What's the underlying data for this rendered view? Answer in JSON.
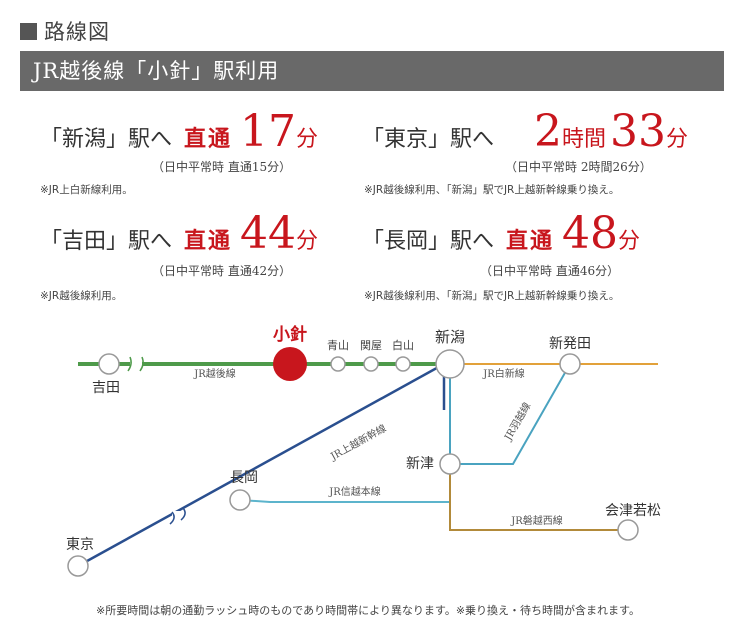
{
  "heading": {
    "title": "路線図"
  },
  "banner": {
    "title": "JR越後線「小針」駅利用"
  },
  "destinations": [
    {
      "dest": "「新潟」駅へ",
      "mode": "直通",
      "hours_value": "",
      "hours_unit": "",
      "value": "17",
      "unit": "分",
      "sub": "（日中平常時 直通15分）",
      "note": "※JR上白新線利用。"
    },
    {
      "dest": "「東京」駅へ",
      "mode": "",
      "hours_value": "2",
      "hours_unit": "時間",
      "value": "33",
      "unit": "分",
      "sub": "（日中平常時 2時間26分）",
      "note": "※JR越後線利用、「新潟」駅でJR上越新幹線乗り換え。"
    },
    {
      "dest": "「吉田」駅へ",
      "mode": "直通",
      "hours_value": "",
      "hours_unit": "",
      "value": "44",
      "unit": "分",
      "sub": "（日中平常時 直通42分）",
      "note": "※JR越後線利用。"
    },
    {
      "dest": "「長岡」駅へ",
      "mode": "直通",
      "hours_value": "",
      "hours_unit": "",
      "value": "48",
      "unit": "分",
      "sub": "（日中平常時 直通46分）",
      "note": "※JR越後線利用、「新潟」駅でJR上越新幹線乗り換え。"
    }
  ],
  "map": {
    "stations": {
      "kobari": "小針",
      "yoshida": "吉田",
      "aoyama": "青山",
      "sekiya": "関屋",
      "hakusan": "白山",
      "niigata": "新潟",
      "shibata": "新発田",
      "niitsu": "新津",
      "nagaoka": "長岡",
      "tokyo": "東京",
      "aizuwakamatsu": "会津若松"
    },
    "lines": {
      "echigo": "JR越後線",
      "hakushin": "JR白新線",
      "uetsu": "JR羽越線",
      "joetsu_shinkansen": "JR上越新幹線",
      "shinetsu": "JR信越本線",
      "banetsu_west": "JR磐越西線"
    },
    "colors": {
      "echigo": "#4e9a4a",
      "hakushin": "#e2a13a",
      "uetsu": "#4aa3c0",
      "shinkansen": "#2a4f8f",
      "shinetsu": "#5cb4cc",
      "banetsu": "#b28a3a",
      "current_station": "#c8161d"
    }
  },
  "footnote": "※所要時間は朝の通勤ラッシュ時のものであり時間帯により異なります。※乗り換え・待ち時間が含まれます。"
}
